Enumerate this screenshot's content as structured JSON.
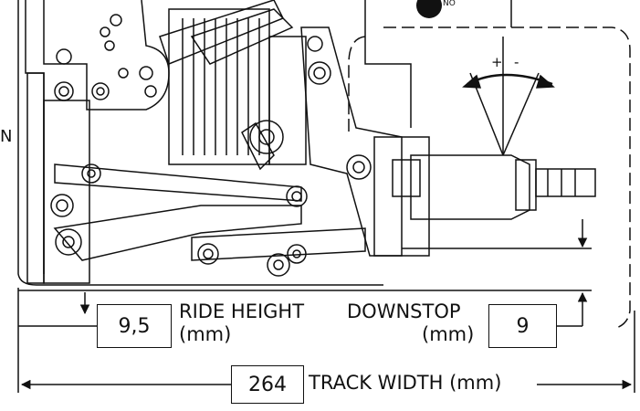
{
  "ride_height": {
    "value": "9,5",
    "title": "RIDE HEIGHT",
    "unit": "(mm)"
  },
  "downstop": {
    "value": "9",
    "title": "DOWNSTOP",
    "unit": "(mm)"
  },
  "track_width": {
    "value": "264",
    "title": "TRACK WIDTH (mm)"
  },
  "camber": {
    "plus": "+",
    "minus": "-"
  },
  "top_label": "NO",
  "left_label": "N",
  "colors": {
    "ink": "#111111",
    "background": "#ffffff"
  }
}
